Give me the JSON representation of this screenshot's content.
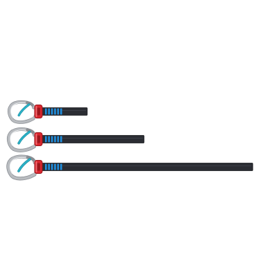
{
  "colors": {
    "background": "#ffffff",
    "carabiner_body": "#b9bcc0",
    "carabiner_highlight": "#eef0f2",
    "carabiner_shadow": "#8a8e93",
    "gate": "#2bb3c9",
    "gate_dark": "#1a8ea1",
    "keeper": "#d9262e",
    "keeper_dark": "#9e161c",
    "webbing": "#2b2d33",
    "webbing_edge": "#17181c",
    "bartack": "#1f8fe0"
  },
  "items": [
    {
      "name": "lanyard-short",
      "icon": "carabiner-icon"
    },
    {
      "name": "lanyard-medium",
      "icon": "carabiner-icon"
    },
    {
      "name": "lanyard-long",
      "icon": "carabiner-icon"
    }
  ]
}
